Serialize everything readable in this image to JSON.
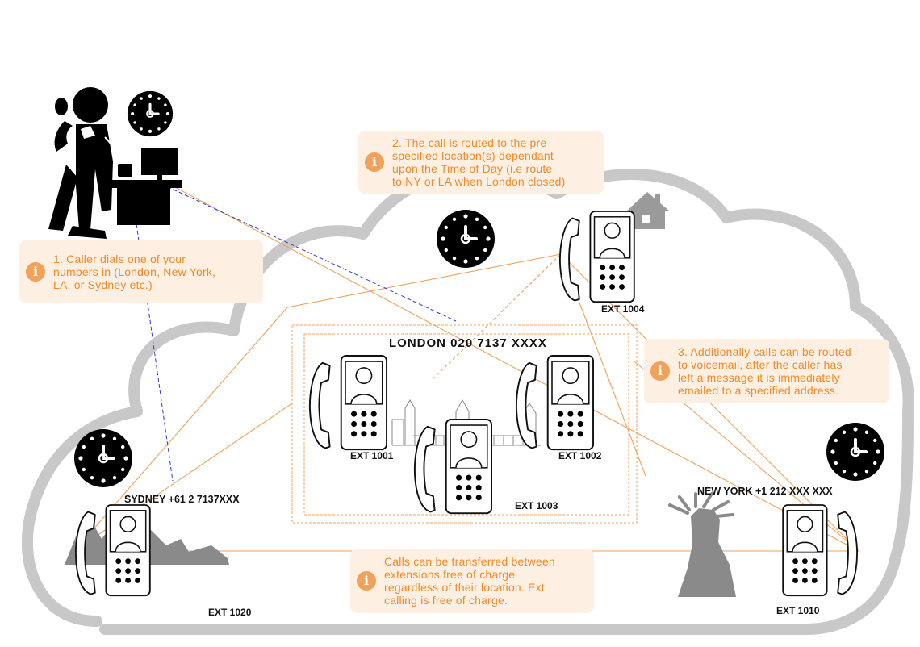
{
  "colors": {
    "cloud": "#c8c8c8",
    "callout_bg": "#fdf0e2",
    "callout_text": "#f08a2a",
    "info_icon": "#f0a15a",
    "route_line": "#f0a15a",
    "caller_line": "#2a3bd6",
    "phone_ink": "#111111"
  },
  "callouts": {
    "step1": "1. Caller dials one of your\nnumbers in (London, New York,\nLA, or Sydney etc.)",
    "step2": "2. The call is routed to the pre-\nspecified location(s) dependant\nupon the Time of Day (i.e route\nto NY or LA when London closed)",
    "step3": "3. Additionally calls can be routed\nto voicemail, after the caller has\nleft a message it is immediately\nemailed to a specified address.",
    "transfer": "Calls can be transferred between\nextensions free of charge\nregardless of their location. Ext\ncalling is free of charge.",
    "info_glyph": "i"
  },
  "locations": {
    "london": "LONDON 020 7137 XXXX",
    "sydney": "SYDNEY +61 2 7137XXX",
    "new_york": "NEW YORK +1 212 XXX XXX"
  },
  "extensions": {
    "ext_1001": "EXT 1001",
    "ext_1002": "EXT 1002",
    "ext_1003": "EXT 1003",
    "ext_1004": "EXT 1004",
    "ext_1010": "EXT 1010",
    "ext_1020": "EXT 1020"
  },
  "icons": [
    "caller-person-icon",
    "desk-computer-icon",
    "clock-icon",
    "house-icon",
    "desk-phone-icon",
    "info-icon",
    "big-ben-skyline-icon",
    "opera-house-icon",
    "statue-of-liberty-icon",
    "cloud-outline"
  ]
}
